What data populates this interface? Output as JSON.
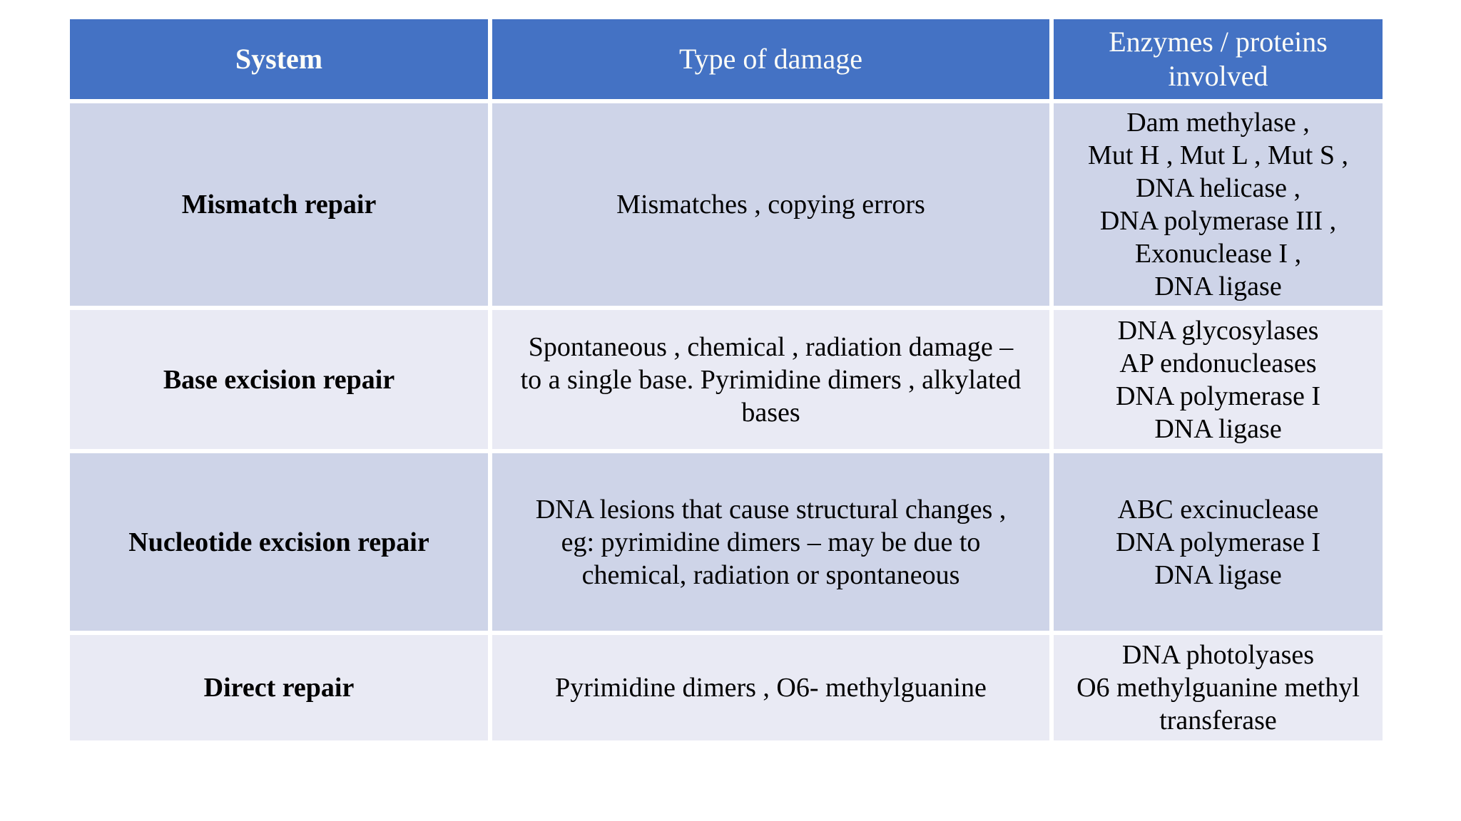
{
  "table": {
    "columns": [
      {
        "lines": [
          "System"
        ]
      },
      {
        "lines": [
          "Type of damage"
        ]
      },
      {
        "lines": [
          "Enzymes / proteins",
          "involved"
        ]
      }
    ],
    "rows": [
      {
        "system": "Mismatch repair",
        "damage_lines": [
          "Mismatches , copying errors"
        ],
        "enzymes": [
          "Dam methylase ,",
          "Mut H , Mut L , Mut S ,",
          "DNA helicase ,",
          "DNA polymerase III ,",
          "Exonuclease I ,",
          "DNA ligase"
        ]
      },
      {
        "system": "Base excision repair",
        "damage_lines": [
          "Spontaneous , chemical , radiation damage –",
          "to a single base. Pyrimidine dimers , alkylated",
          "bases"
        ],
        "enzymes": [
          "DNA glycosylases",
          "AP endonucleases",
          "DNA polymerase I",
          "DNA ligase"
        ]
      },
      {
        "system": "Nucleotide excision repair",
        "damage_lines": [
          "DNA lesions that cause structural changes ,",
          "eg: pyrimidine dimers – may be due to",
          "chemical, radiation or spontaneous"
        ],
        "enzymes": [
          "ABC excinuclease",
          "DNA polymerase I",
          "DNA ligase"
        ]
      },
      {
        "system": "Direct repair",
        "damage_lines": [
          "Pyrimidine dimers , O6- methylguanine"
        ],
        "enzymes": [
          "DNA photolyases",
          "O6 methylguanine methyl",
          "transferase"
        ]
      }
    ]
  },
  "colors": {
    "header_bg": "#4472C4",
    "header_text": "#FDFDF8",
    "band_dark": "#CED4E8",
    "band_light": "#E9EAF4",
    "body_text": "#000000",
    "border": "#FFFFFF"
  }
}
